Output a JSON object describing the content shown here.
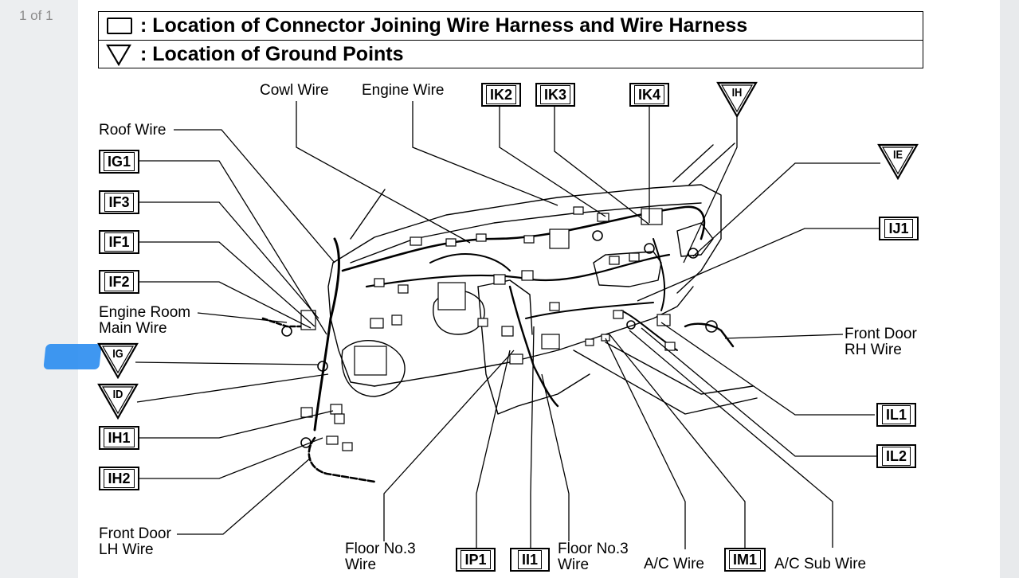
{
  "viewer": {
    "page_count": "1 of 1"
  },
  "legend": {
    "connector_text": ": Location of Connector Joining Wire Harness and Wire Harness",
    "ground_text": ": Location of Ground Points"
  },
  "labels": {
    "cowl_wire": "Cowl Wire",
    "engine_wire": "Engine Wire",
    "roof_wire": "Roof Wire",
    "engine_room_main_wire_1": "Engine Room",
    "engine_room_main_wire_2": "Main Wire",
    "front_door_rh_1": "Front Door",
    "front_door_rh_2": "RH Wire",
    "front_door_lh_1": "Front Door",
    "front_door_lh_2": "LH Wire",
    "floor3_left_1": "Floor No.3",
    "floor3_left_2": "Wire",
    "floor3_right_1": "Floor No.3",
    "floor3_right_2": "Wire",
    "ac_wire": "A/C Wire",
    "ac_sub_wire": "A/C Sub Wire"
  },
  "connectors": {
    "ik2": "IK2",
    "ik3": "IK3",
    "ik4": "IK4",
    "ig1": "IG1",
    "if3": "IF3",
    "if1": "IF1",
    "if2": "IF2",
    "ih1": "IH1",
    "ih2": "IH2",
    "ij1": "IJ1",
    "il1": "IL1",
    "il2": "IL2",
    "ip1": "IP1",
    "ii1": "II1",
    "im1": "IM1"
  },
  "grounds": {
    "ih": "IH",
    "ie": "IE",
    "ig": "IG",
    "id": "ID"
  }
}
